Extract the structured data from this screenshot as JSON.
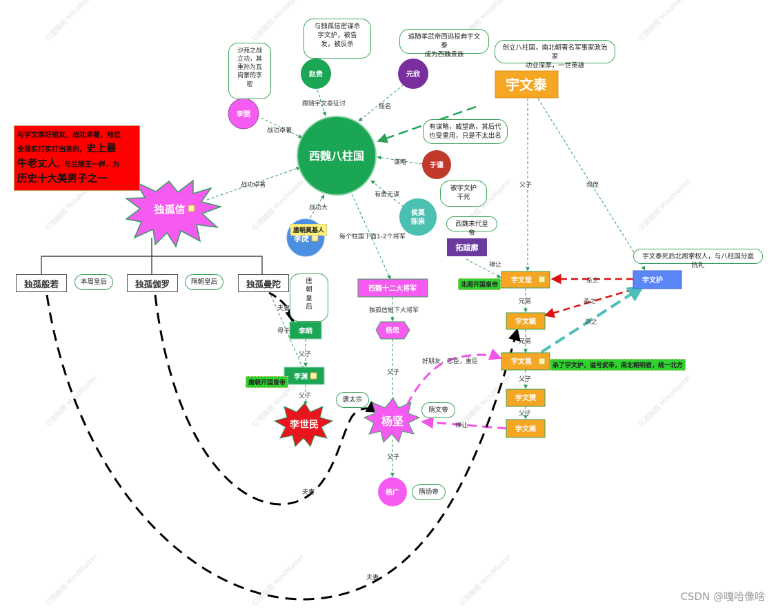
{
  "center": {
    "label": "西魏八柱国"
  },
  "people": {
    "zhaogui": "赵贵",
    "yuanxin": "元欣",
    "yuwentai": "宇文泰",
    "libi": "李弼",
    "yujin": "于谨",
    "houmochenchong": "侯莫\n陈崇",
    "duguxin": "独孤信",
    "lihu": "李虎",
    "tuobakuo": "拓跋廓",
    "yuwenjue": "宇文觉",
    "yuwenhu": "宇文护",
    "yuwenyu": "宇文毓",
    "yuwenyong": "宇文邕",
    "yuwenyun": "宇文赟",
    "yuwenchan": "宇文阐",
    "dugubanruo": "独孤般若",
    "dugujialuo": "独孤伽罗",
    "dugumantuo": "独孤曼陀",
    "libing": "李昞",
    "liyuan": "李渊",
    "lishimin": "李世民",
    "twelve_generals": "西魏十二大将军",
    "yangzhong": "杨忠",
    "yangjian": "杨坚",
    "yangguang": "杨广"
  },
  "bubbles": {
    "zhaogui": "与独孤信密谋杀\n宇文护，被告\n发，被反杀",
    "yuanxin": "追随孝武帝西逃投奔宇文泰\n成为西魏贵族",
    "yuwentai": "创立八柱国，南北朝著名军事家政治家\n功业深厚，一世英雄",
    "libi": "沙苑之战\n立功，其\n重孙为瓦\n岗寨的李\n密",
    "yujin": "有谋略，威望高，其后代\n也受重用，只是不太出名",
    "houmochenchong": "被宇文护\n干死",
    "tuobakuo": "西魏末代皇帝",
    "yuwenhu": "宇文泰死后北周掌权人，与八柱国分庭抗礼",
    "dugubanruo": "本周皇后",
    "dugujialuo": "隋朝皇后",
    "dugumantuo": "唐\n朝\n皇\n后",
    "lishimin": "唐太宗",
    "yangjian": "隋文帝",
    "yangguang": "隋炀帝"
  },
  "tags": {
    "lihu": "唐朝奠基人",
    "yuwenjue": "北周开国皇帝",
    "liyuan": "唐朝开国皇帝",
    "yuwenyong": "杀了宇文护，谥号武帝，南北朝明君，统一北方"
  },
  "note": {
    "line1": "与宇文泰好朋友，战功卓著，地位",
    "line2a": "全是实打实打出来的，",
    "line2b": "史上最",
    "line3a": "牛老丈人",
    "line3b": "，与兰陵王一样，为",
    "line4": "历史十大美男子之一"
  },
  "edges": {
    "libi": "战功卓著",
    "zhaogui": "跟随宇文泰征讨",
    "yuanxin": "挂名",
    "yujin": "谋略",
    "houmo": "有勇无谋",
    "duguxin": "战功卓著",
    "lihu": "战功大",
    "generals": "每个柱国下面1-2个将军",
    "yuwentai_jue": "父子",
    "yuwentai_hu": "叔侄",
    "tuoba": "禅让",
    "hu_jue": "杀之",
    "hu_yu": "杀之",
    "hu_yong": "杀之",
    "jue_yu": "兄弟",
    "yu_yong": "兄弟",
    "yong_yun": "父子",
    "yun_chan": "父子",
    "chan_yangjian": "禅让",
    "dugu_xiaobao": "独孤信帐下大将军",
    "zhong_jian": "父子",
    "jian_guang": "父子",
    "friend": "好朋友，忠臣，重臣",
    "mantuo_bing": "夫妻",
    "bing_muzi": "母子",
    "bing_yuan": "父子",
    "yuan_shimin": "父子",
    "jialuo_jian": "夫妻",
    "banruo_yu": "夫妻"
  },
  "colors": {
    "center": "#1aa654",
    "yuwentai": "#f5a623",
    "duguxin": "#f55bf0",
    "yuwen_family": "#f5a623",
    "yuwenhu": "#5b86f5",
    "yangjian": "#f55bf0",
    "lishimin": "#e8141e",
    "edge_green": "#2e9e5a",
    "edge_red": "#dd1111",
    "edge_teal": "#4bbfb8",
    "edge_magenta": "#f055e8",
    "edge_black": "#000000"
  },
  "watermark": "亿图脑图 MindMaster",
  "credit": "CSDN @嘎哈像啥"
}
